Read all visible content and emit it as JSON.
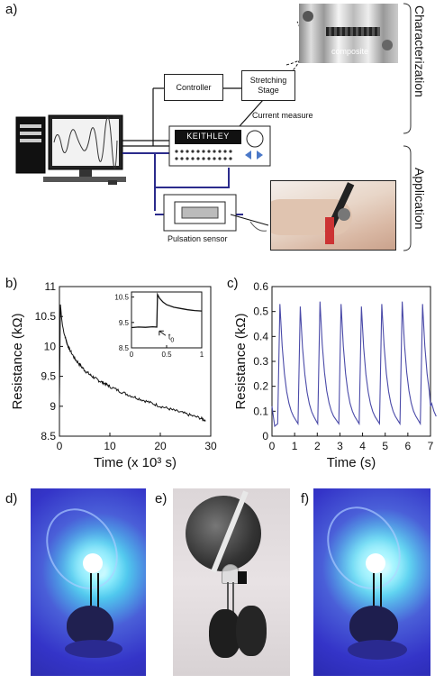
{
  "panel_labels": {
    "a": "a)",
    "b": "b)",
    "c": "c)",
    "d": "d)",
    "e": "e)",
    "f": "f)"
  },
  "panel_a": {
    "controller": "Controller",
    "stretching_stage": "Stretching\nStage",
    "current_measure": "Current measure",
    "keithley": "KEITHLEY",
    "pulsation_sensor": "Pulsation sensor",
    "composite": "composite",
    "characterization": "Characterization",
    "application": "Application"
  },
  "chart_data": [
    {
      "id": "b",
      "type": "line",
      "xlabel": "Time (x 10³ s)",
      "ylabel": "Resistance (kΩ)",
      "xlim": [
        0,
        30
      ],
      "ylim": [
        8.5,
        11
      ],
      "xticks": [
        "0",
        "10",
        "20",
        "30"
      ],
      "yticks": [
        "8.5",
        "9",
        "9.5",
        "10",
        "10.5",
        "11"
      ],
      "x": [
        0,
        0.2,
        0.4,
        0.6,
        1,
        1.5,
        2,
        3,
        4,
        5,
        6,
        7,
        8,
        9,
        10,
        12,
        14,
        16,
        18,
        20,
        22,
        24,
        26,
        28,
        29
      ],
      "y": [
        9.1,
        10.7,
        10.5,
        10.35,
        10.2,
        10.05,
        9.95,
        9.8,
        9.7,
        9.6,
        9.53,
        9.47,
        9.42,
        9.38,
        9.33,
        9.25,
        9.18,
        9.12,
        9.06,
        9.0,
        8.95,
        8.9,
        8.85,
        8.8,
        8.76
      ],
      "inset": {
        "xlim": [
          0,
          1
        ],
        "ylim": [
          8.5,
          10.7
        ],
        "xticks": [
          "0",
          "0.5",
          "1"
        ],
        "yticks": [
          "8.5",
          "9.5",
          "10.5"
        ],
        "x": [
          0,
          0.1,
          0.2,
          0.3,
          0.36,
          0.37,
          0.4,
          0.45,
          0.5,
          0.6,
          0.7,
          0.8,
          0.9,
          1.0
        ],
        "y": [
          9.3,
          9.32,
          9.31,
          9.33,
          9.32,
          10.6,
          10.45,
          10.3,
          10.2,
          10.1,
          10.05,
          10.0,
          9.97,
          9.95
        ],
        "annotation": "t",
        "annotation_sub": "0"
      }
    },
    {
      "id": "c",
      "type": "line",
      "xlabel": "Time (s)",
      "ylabel": "Resistance (kΩ)",
      "xlim": [
        0,
        7
      ],
      "ylim": [
        0,
        0.6
      ],
      "xticks": [
        "0",
        "1",
        "2",
        "3",
        "4",
        "5",
        "6",
        "7"
      ],
      "yticks": [
        "0",
        "0.1",
        "0.2",
        "0.3",
        "0.4",
        "0.5",
        "0.6"
      ],
      "color": "#4a4aa8",
      "peaks": [
        0.35,
        1.25,
        2.12,
        3.05,
        3.95,
        4.85,
        5.75,
        6.65
      ],
      "peak_values": [
        0.53,
        0.52,
        0.54,
        0.53,
        0.52,
        0.53,
        0.54,
        0.53
      ],
      "baseline": 0.04
    }
  ],
  "colors": {
    "blue_line": "#2b2b8c",
    "led_glow": "#3fd2ff",
    "photo_bg_blue": "#3a3ad8"
  }
}
